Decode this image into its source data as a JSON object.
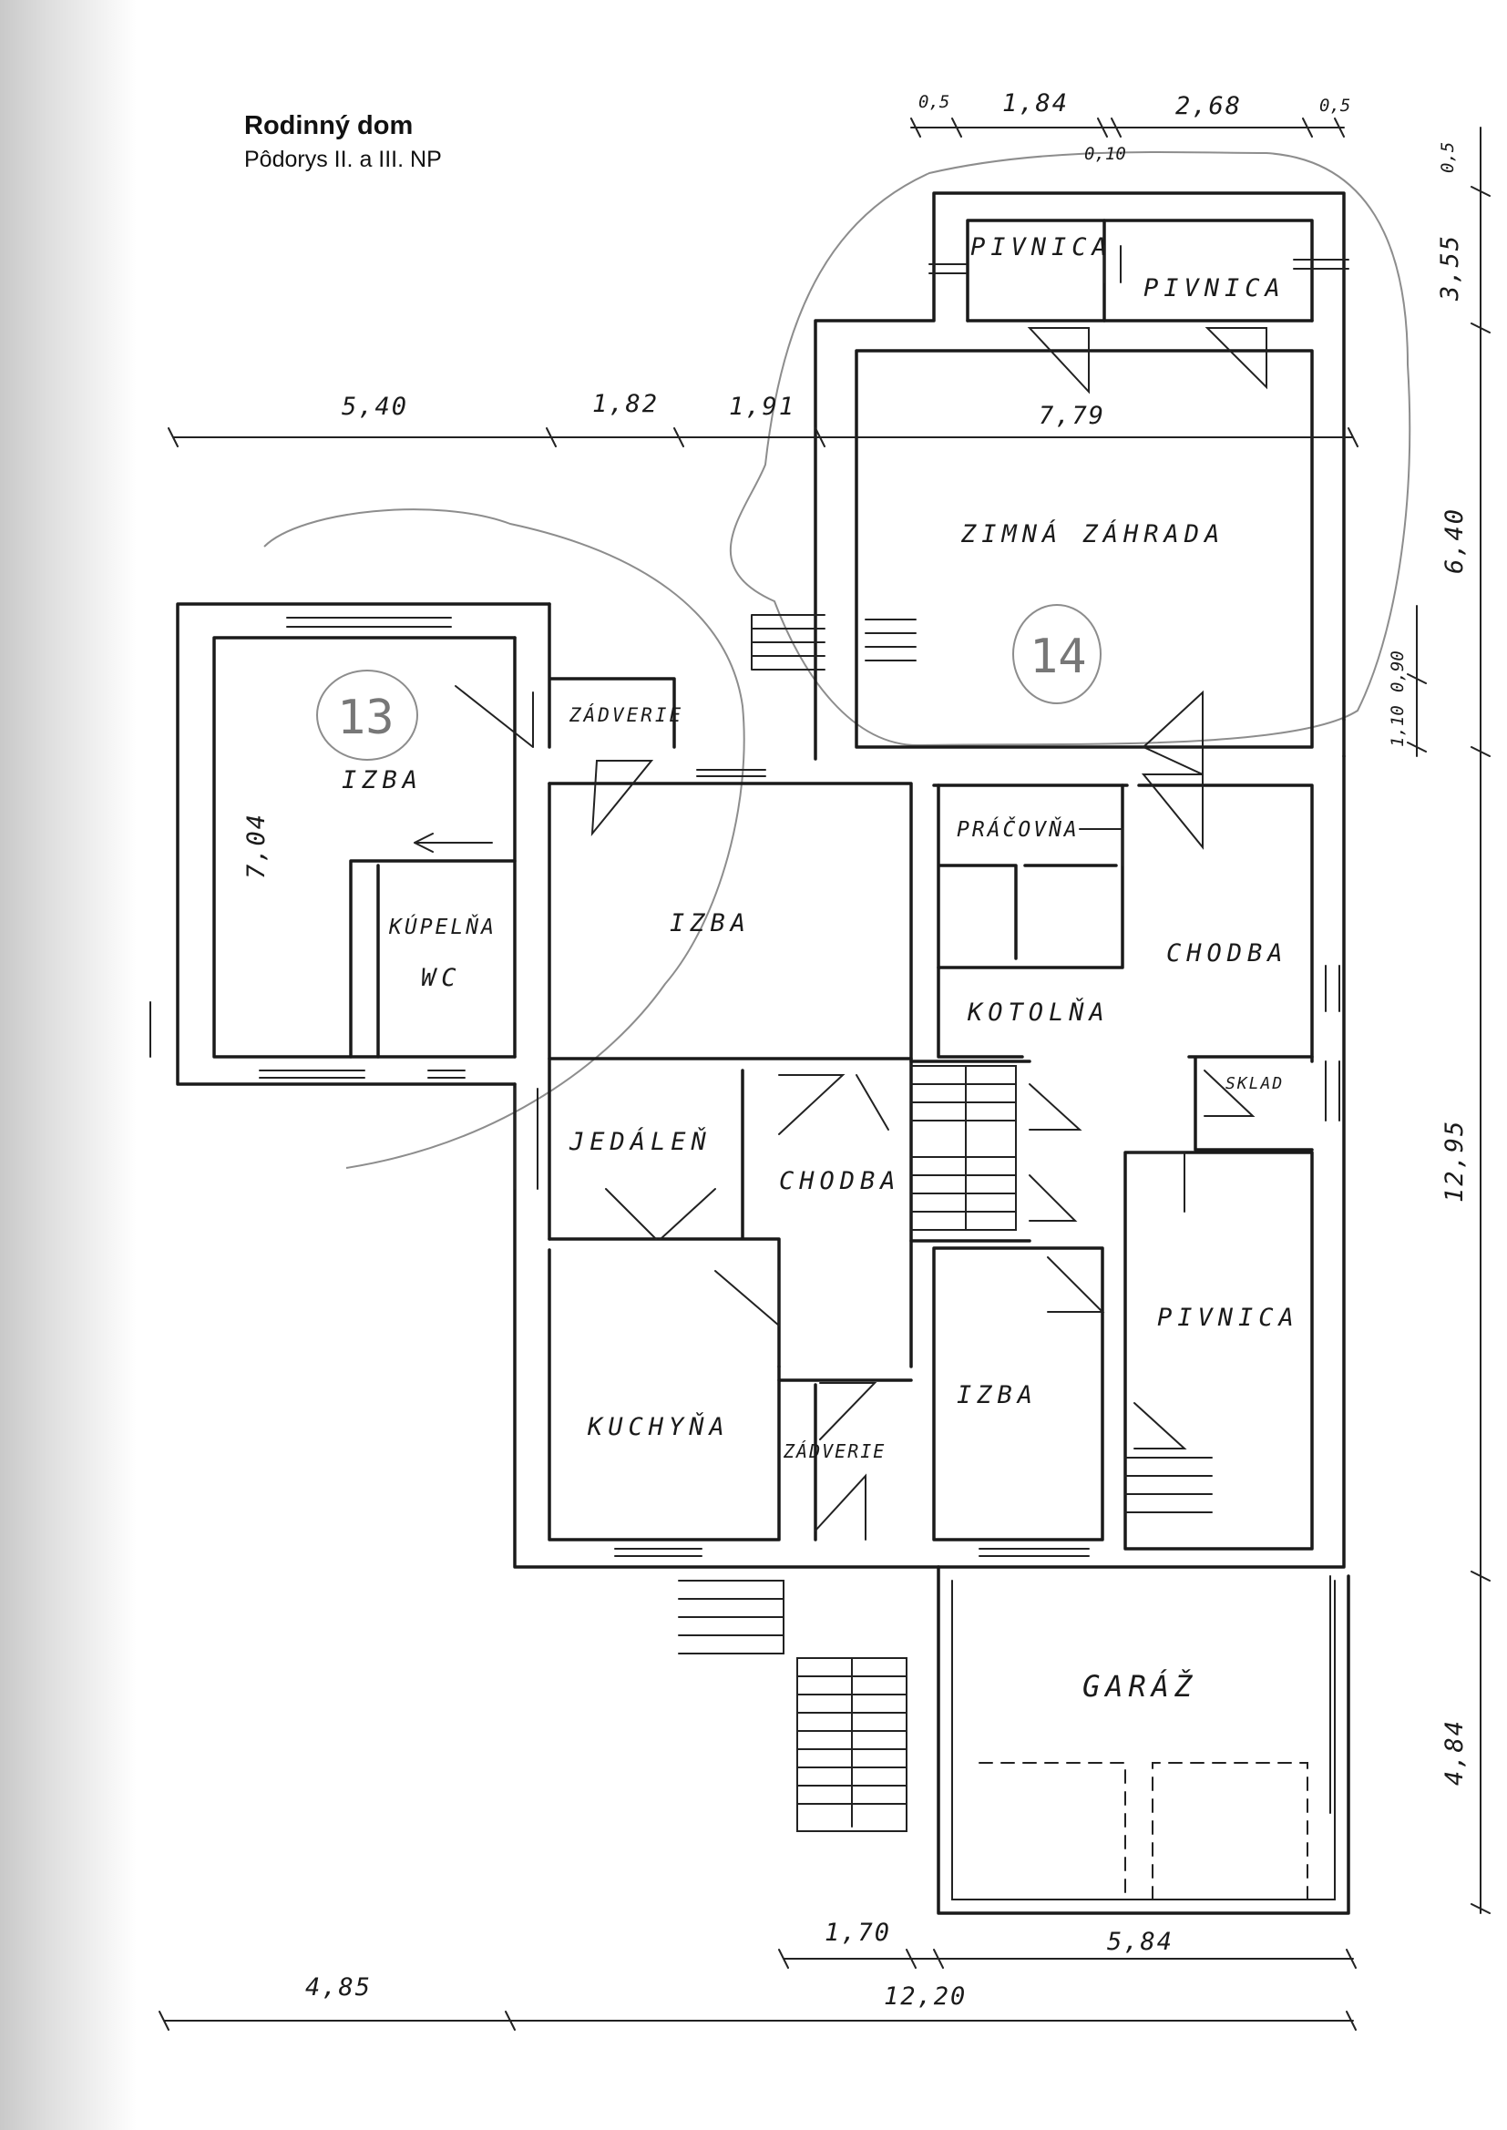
{
  "header": {
    "title": "Rodinný dom",
    "subtitle": "Pôdorys  II. a III. NP"
  },
  "rooms": {
    "pivnica_top_left": "PIVNICA",
    "pivnica_top_right": "PIVNICA",
    "zimna_zahrada": "ZIMNÁ ZÁHRADA",
    "izba_13": "IZBA",
    "zadverie_top": "ZÁDVERIE",
    "kupelna": "KÚPELŇA",
    "wc": "WC",
    "izba_center": "IZBA",
    "pracovna": "PRÁČOVŇA",
    "chodba_right": "CHODBA",
    "kotolna": "KOTOLŇA",
    "sklad": "SKLAD",
    "jedalen": "JEDÁLEŇ",
    "chodba_center": "CHODBA",
    "pivnica_right": "PIVNICA",
    "kuchyna": "KUCHYŇA",
    "zadverie_bottom": "ZÁDVERIE",
    "izba_right": "IZBA",
    "garaz": "GARÁŽ"
  },
  "markers": {
    "area_13": "13",
    "area_14": "14"
  },
  "dimensions": {
    "top_0_5_left": "0,5",
    "top_1_84": "1,84",
    "top_2_68": "2,68",
    "top_0_5_right": "0,5",
    "top_0_10": "0,10",
    "d_5_40": "5,40",
    "d_1_82": "1,82",
    "d_1_91": "1,91",
    "d_7_79": "7,79",
    "d_7_04": "7,04",
    "right_0_5": "0,5",
    "right_3_55": "3,55",
    "right_6_40": "6,40",
    "right_0_90": "0,90",
    "right_1_10": "1,10",
    "right_12_95": "12,95",
    "right_4_84": "4,84",
    "bottom_1_70": "1,70",
    "bottom_5_84": "5,84",
    "bottom_4_85": "4,85",
    "bottom_12_20": "12,20"
  }
}
